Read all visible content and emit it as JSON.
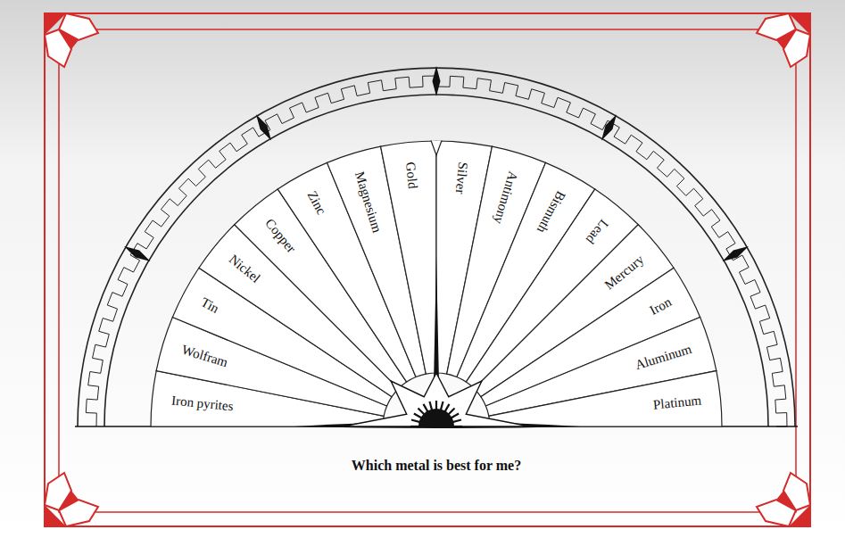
{
  "diagram": {
    "title": "Which metal is best for me?",
    "nodes": [
      {
        "text": [
          "Iron pyrites"
        ]
      },
      {
        "text": [
          "Wolfram"
        ]
      },
      {
        "text": [
          "Tin"
        ]
      },
      {
        "text": [
          "Nickel"
        ]
      },
      {
        "text": [
          "Copper"
        ]
      },
      {
        "text": [
          "Zinc"
        ]
      },
      {
        "text": [
          "Magnesium"
        ]
      },
      {
        "text": [
          "Gold"
        ]
      },
      {
        "text": [
          "Silver"
        ]
      },
      {
        "text": [
          "Antimony"
        ]
      },
      {
        "text": [
          "Bismuth"
        ]
      },
      {
        "text": [
          "Lead"
        ]
      },
      {
        "text": [
          "Mercury"
        ]
      },
      {
        "text": [
          "Iron"
        ]
      },
      {
        "text": [
          "Aluminum"
        ]
      },
      {
        "text": [
          "Platinum"
        ]
      }
    ]
  }
}
